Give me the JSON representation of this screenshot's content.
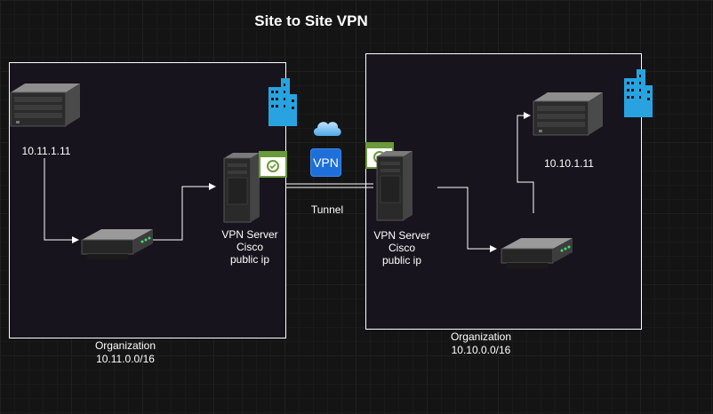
{
  "title": "Site to Site VPN",
  "left": {
    "host_ip": "10.11.1.11",
    "vpn_label": [
      "VPN Server",
      "Cisco",
      "public ip"
    ],
    "org_label": [
      "Organization",
      "10.11.0.0/16"
    ]
  },
  "right": {
    "host_ip": "10.10.1.11",
    "vpn_label": [
      "VPN Server",
      "Cisco",
      "public ip"
    ],
    "org_label": [
      "Organization",
      "10.10.0.0/16"
    ]
  },
  "tunnel_label": "Tunnel",
  "vpn_badge": "VPN",
  "colors": {
    "building": "#29a3e0",
    "cert": "#6b9a3a",
    "vpn_badge": "#1e6fd9",
    "cloud": "#5ab0ee"
  },
  "icons": [
    "server-rack-icon",
    "router-icon",
    "tower-server-icon",
    "building-icon",
    "certificate-icon",
    "cloud-icon"
  ]
}
